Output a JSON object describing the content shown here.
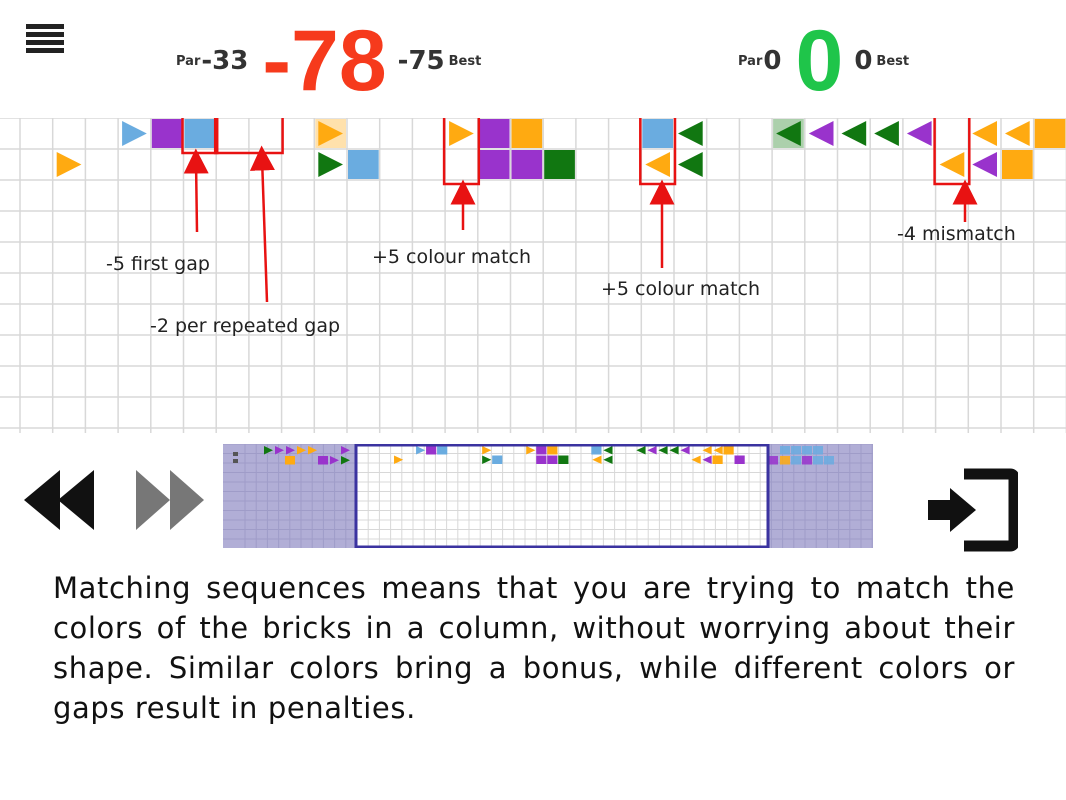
{
  "menu": {
    "icon": "hamburger-menu-icon"
  },
  "player_score": {
    "par_label": "Par",
    "par_value": "-33",
    "score": "-78",
    "best_value": "-75",
    "best_label": "Best",
    "color": "#f63a1c"
  },
  "opponent_score": {
    "par_label": "Par",
    "par_value": "0",
    "score": "0",
    "best_value": "0",
    "best_label": "Best",
    "color": "#1fc54a"
  },
  "colors": {
    "orange": "#ffaa11",
    "purple": "#9933cc",
    "blue": "#6aace0",
    "green": "#117711",
    "red": "#e81212",
    "grid": "#d8d8d8"
  },
  "board": {
    "columns": 33,
    "rows": 10,
    "bricks": [
      {
        "col": 3,
        "row": 0,
        "color": "blue",
        "shape": "triangle-right"
      },
      {
        "col": 4,
        "row": 0,
        "color": "purple",
        "shape": "square"
      },
      {
        "col": 5,
        "row": 0,
        "color": "blue",
        "shape": "square"
      },
      {
        "col": 9,
        "row": 0,
        "color": "orange",
        "shape": "triangle-right",
        "faded": true
      },
      {
        "col": 1,
        "row": 1,
        "color": "orange",
        "shape": "triangle-right"
      },
      {
        "col": 9,
        "row": 1,
        "color": "green",
        "shape": "triangle-right"
      },
      {
        "col": 10,
        "row": 1,
        "color": "blue",
        "shape": "square"
      },
      {
        "col": 13,
        "row": 0,
        "color": "orange",
        "shape": "triangle-right"
      },
      {
        "col": 14,
        "row": 0,
        "color": "purple",
        "shape": "square"
      },
      {
        "col": 15,
        "row": 0,
        "color": "orange",
        "shape": "square"
      },
      {
        "col": 14,
        "row": 1,
        "color": "purple",
        "shape": "square"
      },
      {
        "col": 15,
        "row": 1,
        "color": "purple",
        "shape": "square"
      },
      {
        "col": 16,
        "row": 1,
        "color": "green",
        "shape": "square"
      },
      {
        "col": 19,
        "row": 0,
        "color": "blue",
        "shape": "square"
      },
      {
        "col": 20,
        "row": 0,
        "color": "green",
        "shape": "triangle-left"
      },
      {
        "col": 19,
        "row": 1,
        "color": "orange",
        "shape": "triangle-left"
      },
      {
        "col": 20,
        "row": 1,
        "color": "green",
        "shape": "triangle-left"
      },
      {
        "col": 23,
        "row": 0,
        "color": "green",
        "shape": "triangle-left",
        "faded": true
      },
      {
        "col": 24,
        "row": 0,
        "color": "purple",
        "shape": "triangle-left"
      },
      {
        "col": 25,
        "row": 0,
        "color": "green",
        "shape": "triangle-left"
      },
      {
        "col": 26,
        "row": 0,
        "color": "green",
        "shape": "triangle-left"
      },
      {
        "col": 27,
        "row": 0,
        "color": "purple",
        "shape": "triangle-left"
      },
      {
        "col": 29,
        "row": 0,
        "color": "orange",
        "shape": "triangle-left"
      },
      {
        "col": 30,
        "row": 0,
        "color": "orange",
        "shape": "triangle-left"
      },
      {
        "col": 31,
        "row": 0,
        "color": "orange",
        "shape": "square"
      },
      {
        "col": 28,
        "row": 1,
        "color": "orange",
        "shape": "triangle-left"
      },
      {
        "col": 29,
        "row": 1,
        "color": "purple",
        "shape": "triangle-left"
      },
      {
        "col": 30,
        "row": 1,
        "color": "orange",
        "shape": "square"
      },
      {
        "col": 32,
        "row": 1,
        "color": "purple",
        "shape": "square"
      }
    ],
    "highlights": [
      {
        "col": 5,
        "row": 0,
        "cols": 1,
        "rows": 1
      },
      {
        "col": 6,
        "row": 0,
        "cols": 2,
        "rows": 1
      },
      {
        "col": 13,
        "row": 0,
        "cols": 1,
        "rows": 2
      },
      {
        "col": 19,
        "row": 0,
        "cols": 1,
        "rows": 2
      },
      {
        "col": 28,
        "row": 0,
        "cols": 1,
        "rows": 2
      }
    ]
  },
  "annotations": {
    "first_gap": "-5 first gap",
    "repeated_gap": "-2 per repeated gap",
    "colour_match_1": "+5 colour match",
    "colour_match_2": "+5 colour match",
    "mismatch": "-4 mismatch"
  },
  "navigation": {
    "rewind_icon": "double-chevron-left-icon",
    "forward_icon": "double-chevron-right-icon",
    "exit_icon": "exit-door-icon"
  },
  "minimap": {
    "shade_color": "#b1aed6",
    "frame_color": "#3b33a0"
  },
  "description": "Matching sequences means that you are trying to match the colors of the bricks in a column, without worrying about their shape. Similar colors bring a bonus, while different colors or gaps result in penalties."
}
